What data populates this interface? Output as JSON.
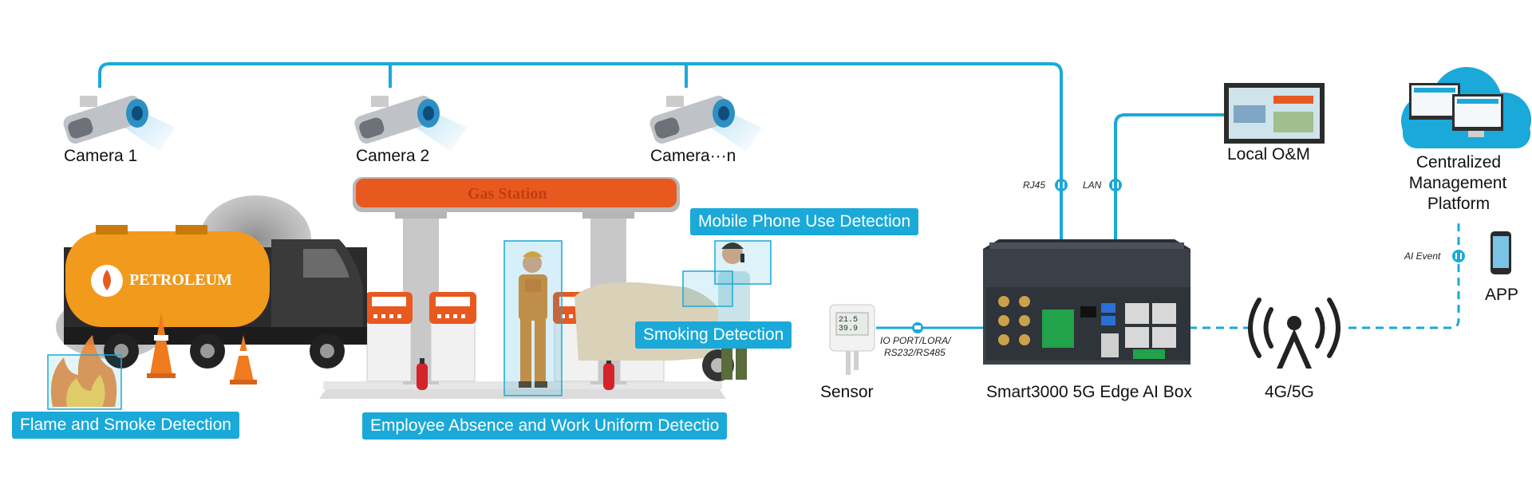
{
  "cameras": [
    "Camera 1",
    "Camera 2",
    "Camera···n"
  ],
  "station_sign": "Gas Station",
  "tanker_text": "PETROLEUM",
  "detections": {
    "mobile": "Mobile Phone Use Detection",
    "smoking": "Smoking Detection",
    "flame": "Flame and Smoke Detection",
    "employee": "Employee Absence and Work Uniform Detectio"
  },
  "devices": {
    "sensor": "Sensor",
    "box": "Smart3000 5G Edge AI Box",
    "cellular": "4G/5G",
    "local": "Local O&M",
    "platform": [
      "Centralized",
      "Management",
      "Platform"
    ],
    "app": "APP"
  },
  "sensor_display": [
    "21.5",
    "39.9"
  ],
  "ports": {
    "rj45": "RJ45",
    "lan": "LAN",
    "io": [
      "IO PORT/LORA/",
      "RS232/RS485"
    ],
    "ai_event": "AI Event"
  },
  "colors": {
    "accent": "#1aa9d8",
    "canopy": "#e8591f",
    "pump": "#e8591f",
    "tanker": "#f29a1c",
    "truck": "#3a3a3a"
  }
}
